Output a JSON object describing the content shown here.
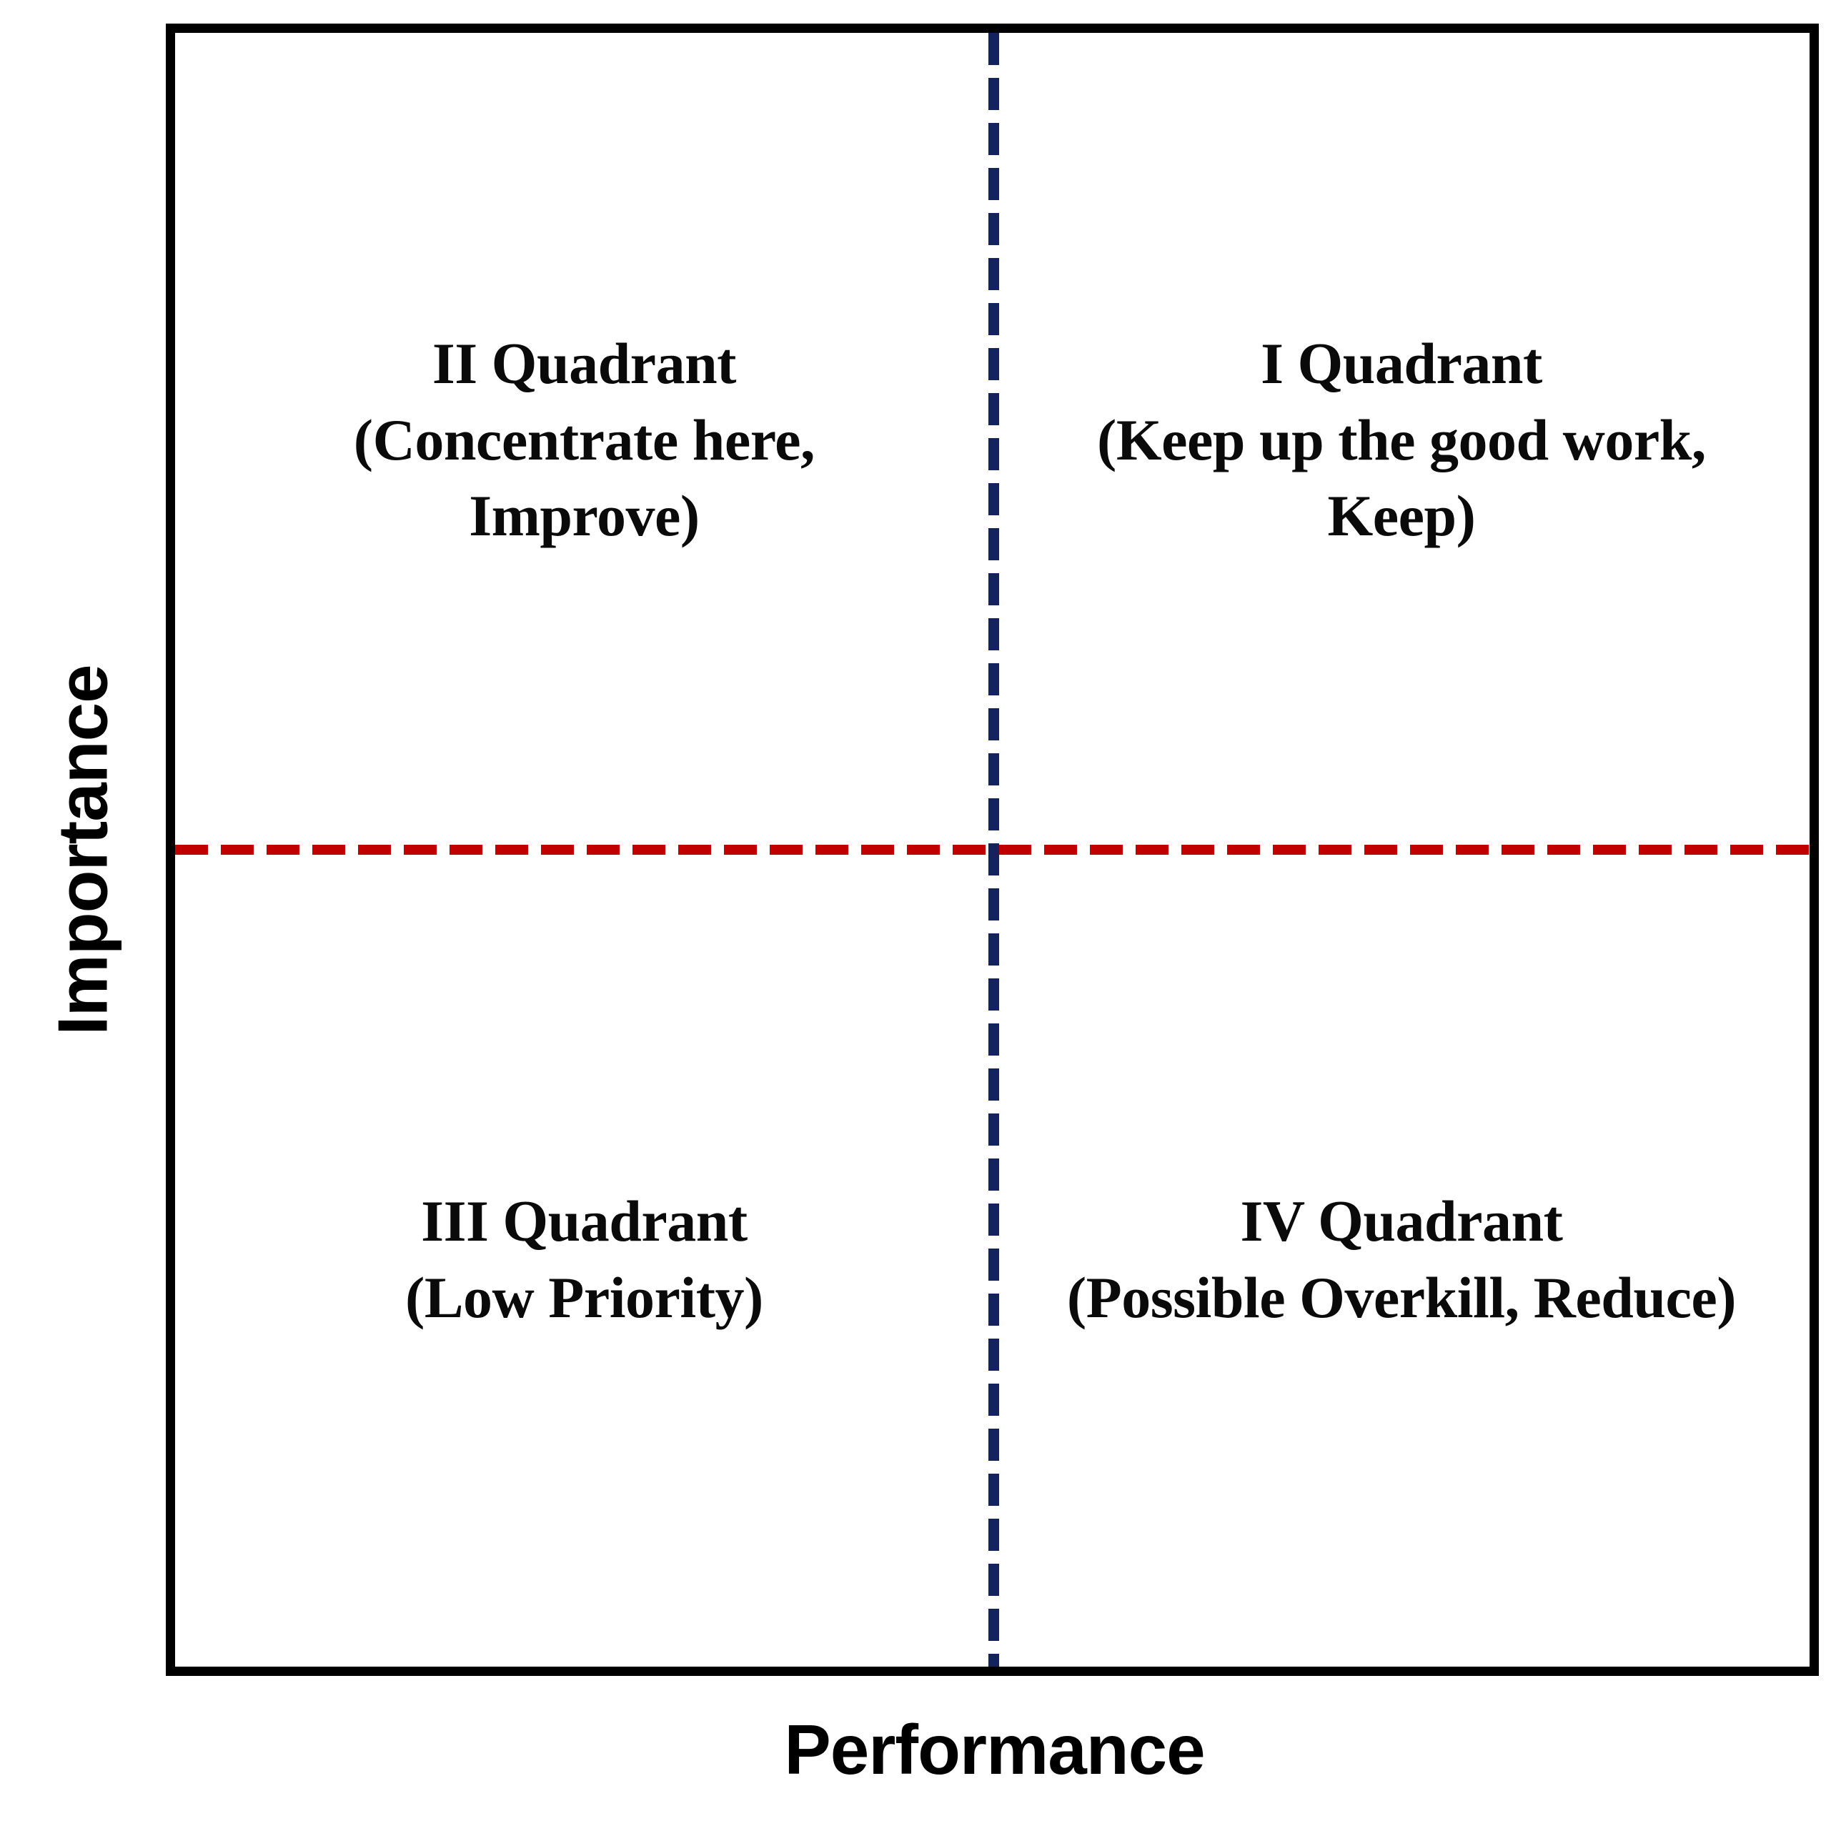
{
  "figure": {
    "name": "importance-performance-analysis-matrix",
    "background_color": "#FFFFFF",
    "border_color": "#000000"
  },
  "axes": {
    "y_label": "Importance",
    "x_label": "Performance"
  },
  "dividers": {
    "vertical": {
      "label": "performance-mean-line",
      "color": "#14225E",
      "style": "dashed",
      "orientation": "vertical"
    },
    "horizontal": {
      "label": "importance-mean-line",
      "color": "#C00000",
      "style": "dashed",
      "orientation": "horizontal"
    }
  },
  "quadrants": [
    {
      "id": "quadrant-1",
      "position": "upper-right",
      "title": "I Quadrant",
      "lines": [
        "I Quadrant",
        "(Keep up the good work,",
        "Keep)"
      ]
    },
    {
      "id": "quadrant-2",
      "position": "upper-left",
      "title": "II Quadrant",
      "lines": [
        "II Quadrant",
        "(Concentrate here,",
        "Improve)"
      ]
    },
    {
      "id": "quadrant-3",
      "position": "lower-left",
      "title": "III Quadrant",
      "lines": [
        "III Quadrant",
        "(Low Priority)"
      ]
    },
    {
      "id": "quadrant-4",
      "position": "lower-right",
      "title": "IV Quadrant",
      "lines": [
        "IV Quadrant",
        "(Possible Overkill, Reduce)"
      ]
    }
  ],
  "chart_data": {
    "type": "scatter",
    "title": "",
    "xlabel": "Performance",
    "ylabel": "Importance",
    "grid": false,
    "legend": "none",
    "xlim": [
      0,
      1
    ],
    "ylim": [
      0,
      1
    ],
    "tick_labels": {
      "x": [],
      "y": []
    },
    "series": [],
    "reference_lines": [
      {
        "axis": "x",
        "value": 0.5,
        "color": "#14225E",
        "style": "dashed",
        "label": "performance-mean"
      },
      {
        "axis": "y",
        "value": 0.5,
        "color": "#C00000",
        "style": "dashed",
        "label": "importance-mean"
      }
    ],
    "annotations": [
      {
        "quadrant": "I",
        "x": 0.75,
        "y": 0.82,
        "text": "I Quadrant (Keep up the good work, Keep)"
      },
      {
        "quadrant": "II",
        "x": 0.25,
        "y": 0.82,
        "text": "II Quadrant (Concentrate here, Improve)"
      },
      {
        "quadrant": "III",
        "x": 0.25,
        "y": 0.26,
        "text": "III Quadrant (Low Priority)"
      },
      {
        "quadrant": "IV",
        "x": 0.75,
        "y": 0.26,
        "text": "IV Quadrant (Possible Overkill, Reduce)"
      }
    ]
  }
}
